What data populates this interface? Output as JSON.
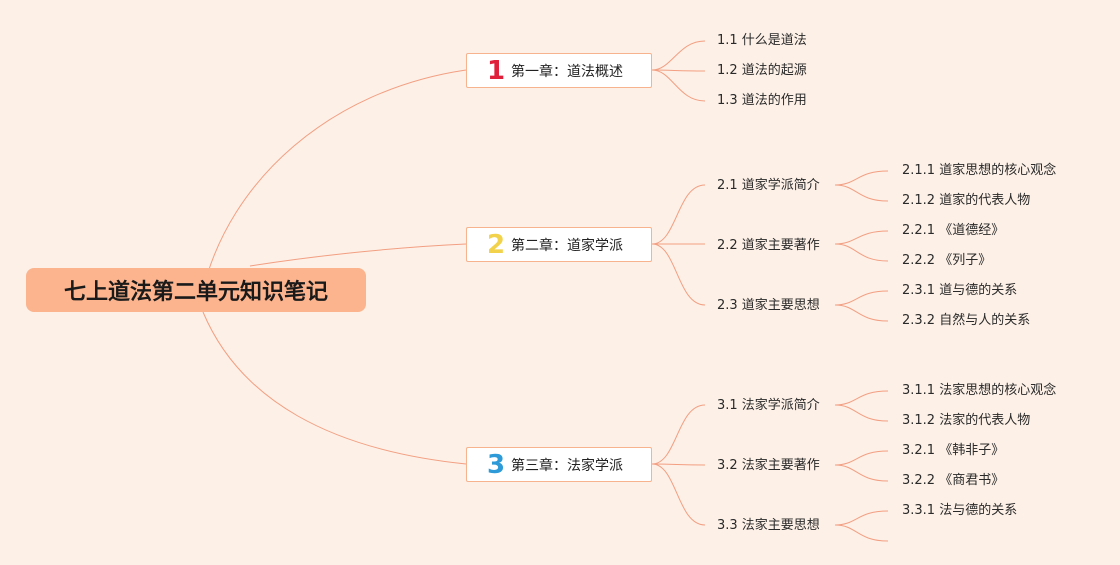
{
  "root": {
    "title": "七上道法第二单元知识笔记"
  },
  "colors": {
    "background": "#fdf0e7",
    "root_fill": "#fbb48e",
    "line": "#f29f82",
    "chapter_border": "#f7b28e",
    "num1": "#e0203a",
    "num2": "#f2d24a",
    "num3": "#2e9bd8"
  },
  "chapters": [
    {
      "num": "1",
      "title": "第一章：道法概述",
      "items": [
        {
          "label": "1.1 什么是道法"
        },
        {
          "label": "1.2 道法的起源"
        },
        {
          "label": "1.3 道法的作用"
        }
      ]
    },
    {
      "num": "2",
      "title": "第二章：道家学派",
      "items": [
        {
          "label": "2.1 道家学派简介",
          "children": [
            "2.1.1 道家思想的核心观念",
            "2.1.2 道家的代表人物"
          ]
        },
        {
          "label": "2.2 道家主要著作",
          "children": [
            "2.2.1 《道德经》",
            "2.2.2 《列子》"
          ]
        },
        {
          "label": "2.3 道家主要思想",
          "children": [
            "2.3.1 道与德的关系",
            "2.3.2 自然与人的关系"
          ]
        }
      ]
    },
    {
      "num": "3",
      "title": "第三章：法家学派",
      "items": [
        {
          "label": "3.1 法家学派简介",
          "children": [
            "3.1.1 法家思想的核心观念",
            "3.1.2 法家的代表人物"
          ]
        },
        {
          "label": "3.2 法家主要著作",
          "children": [
            "3.2.1 《韩非子》",
            "3.2.2 《商君书》"
          ]
        },
        {
          "label": "3.3 法家主要思想",
          "children": [
            "3.3.1 法与德的关系",
            ""
          ]
        }
      ]
    }
  ]
}
